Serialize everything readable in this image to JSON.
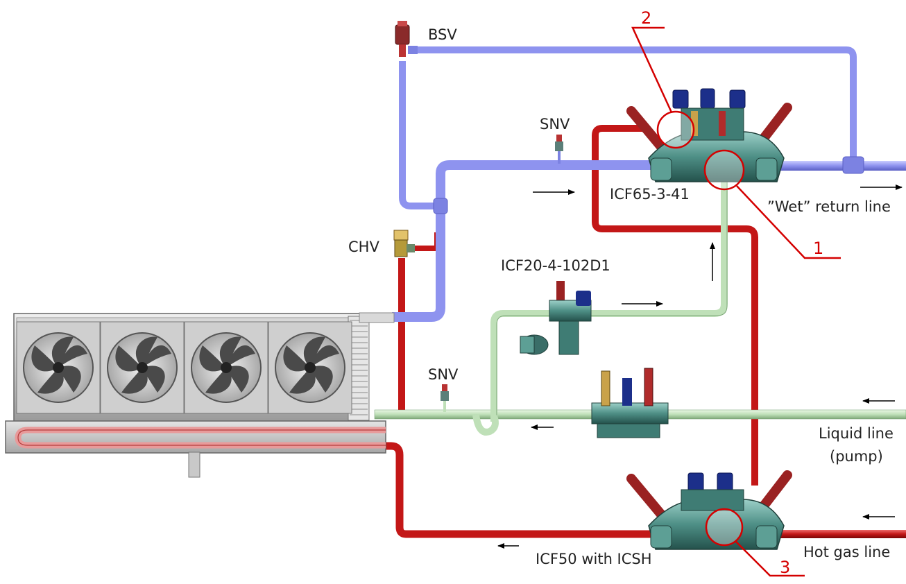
{
  "labels": {
    "bsv": "BSV",
    "snv_top": "SNV",
    "snv_bottom": "SNV",
    "chv": "CHV",
    "icf65": "ICF65-3-41",
    "icf20": "ICF20-4-102D1",
    "icf50": "ICF50 with ICSH",
    "wet_return": "”Wet” return line",
    "liquid_line": "Liquid line",
    "liquid_line_sub": "(pump)",
    "hot_gas": "Hot gas line"
  },
  "callouts": {
    "c1": "1",
    "c2": "2",
    "c3": "3"
  },
  "colors": {
    "suction": "#8e93ef",
    "liquid": "#bfe0b8",
    "hotgas": "#c31717",
    "valve": "#4e8f86",
    "callout": "#d40000"
  },
  "icons": [
    "fan-icon",
    "solenoid-coil-icon",
    "valve-body-icon",
    "flow-arrow-icon"
  ]
}
